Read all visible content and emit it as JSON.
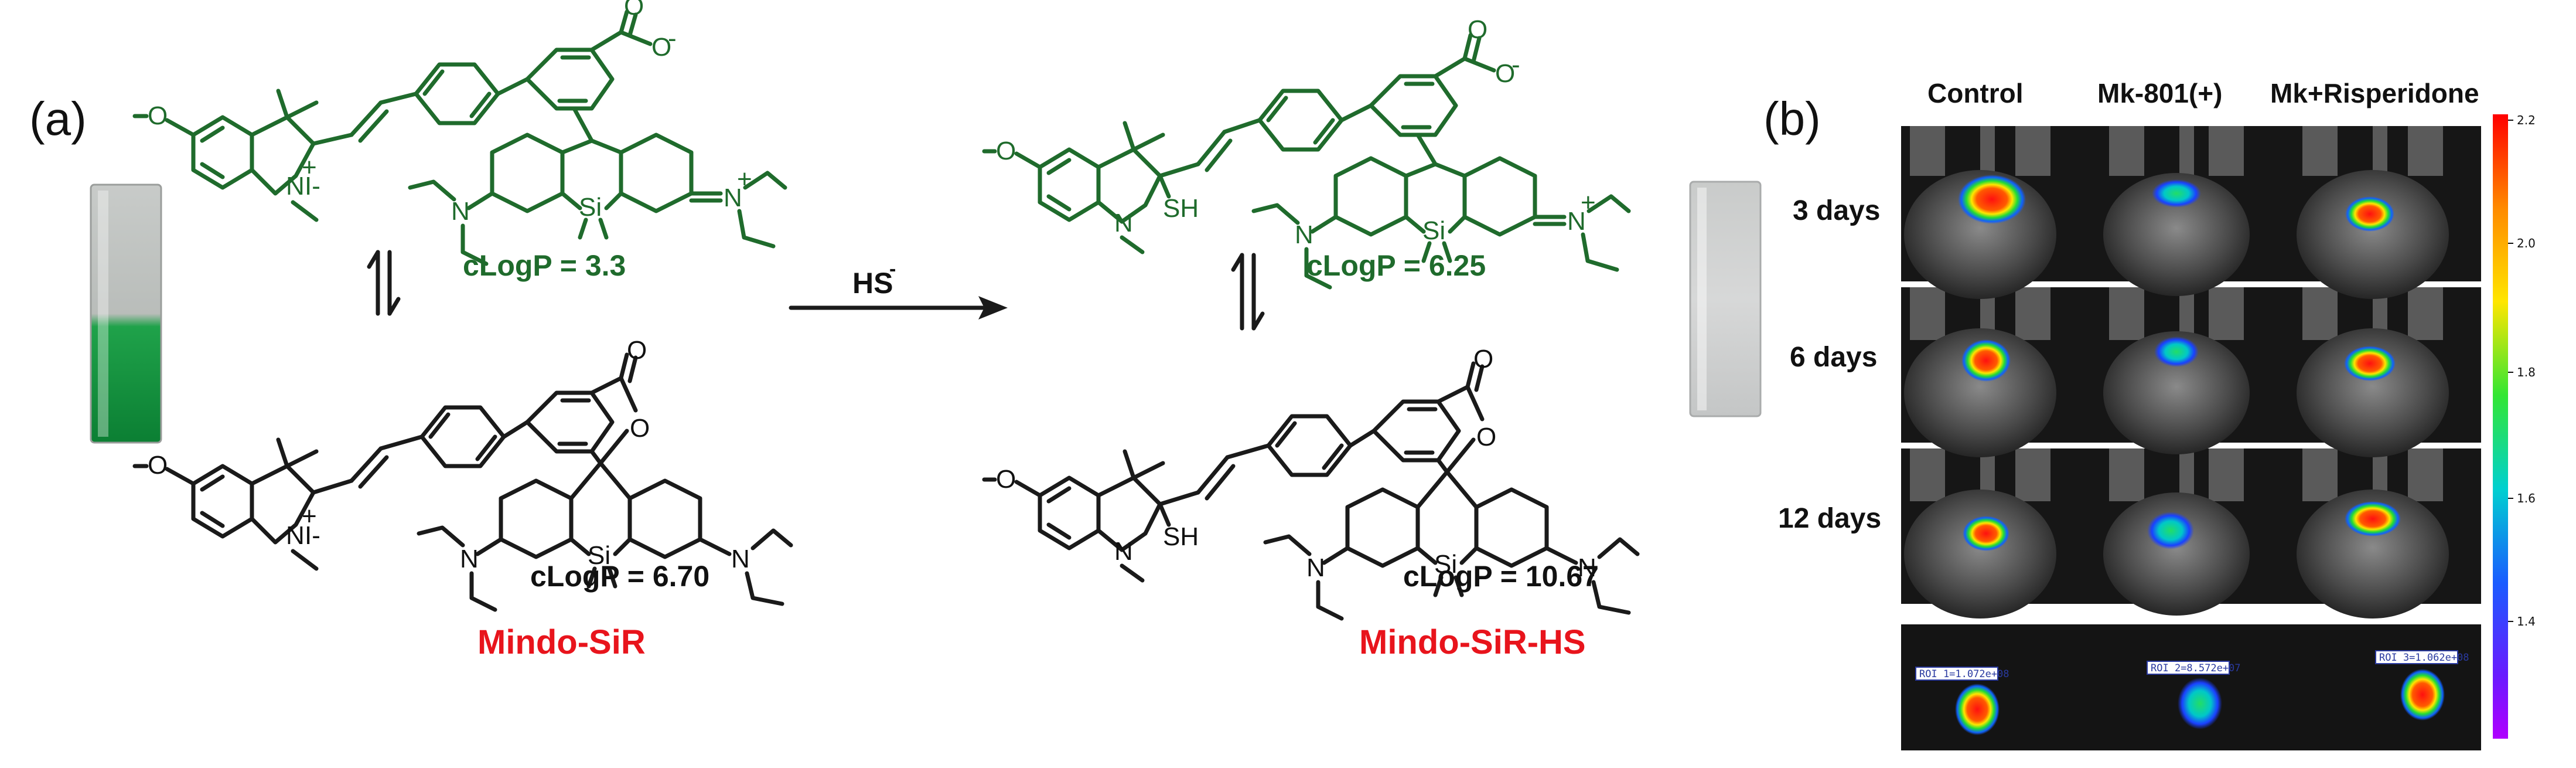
{
  "panels": {
    "a": "(a)",
    "b": "(b)"
  },
  "scheme": {
    "reagent": "HS",
    "reagent_charge": "-",
    "left_top_logp": "cLogP = 3.3",
    "left_bottom_logp": "cLogP = 6.70",
    "left_name": "Mindo-SiR",
    "right_top_logp": "cLogP = 6.25",
    "right_bottom_logp": "cLogP = 10.67",
    "right_name": "Mindo-SiR-HS",
    "atoms": {
      "methoxy": "O",
      "indolium_n": "N",
      "charge_plus": "+",
      "iodide": "I-",
      "si": "Si",
      "amine_n": "N",
      "carbonyl_o": "O",
      "carboxylate_o": "O",
      "carboxylate_charge": "-",
      "lactone_o": "O",
      "sh": "SH"
    },
    "colors": {
      "green_form": "#1f6b2c",
      "black_form": "#1a1a1a",
      "name_red": "#e8141c"
    }
  },
  "imaging": {
    "columns": [
      "Control",
      "Mk-801(+)",
      "Mk+Risperidone"
    ],
    "rows": [
      "3 days",
      "6 days",
      "12 days"
    ],
    "roi_labels": [
      "ROI 1=1.072e+08",
      "ROI 2=8.572e+07",
      "ROI 3=1.062e+08"
    ],
    "colorbar_ticks": [
      "2.2",
      "2.0",
      "1.8",
      "1.6",
      "1.4"
    ]
  }
}
